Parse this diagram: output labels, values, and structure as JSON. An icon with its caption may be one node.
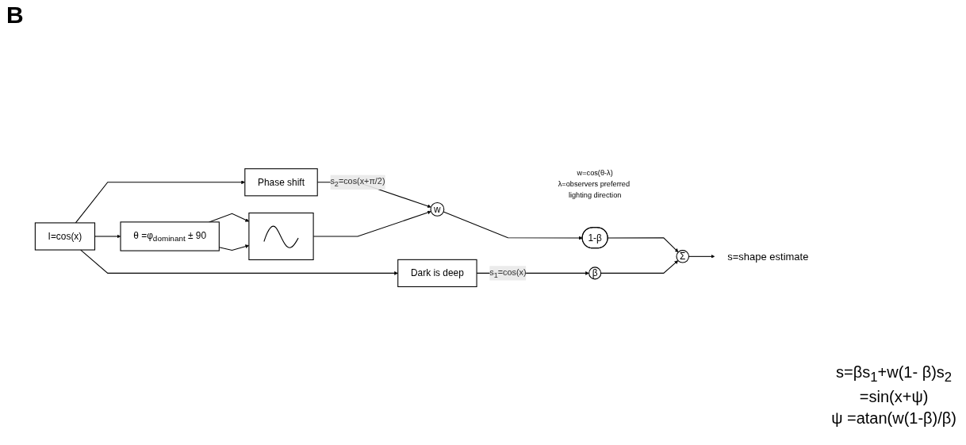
{
  "diagram": {
    "nodes": [
      {
        "text": [
          "I=cos(x)"
        ]
      },
      {
        "text": [
          "Phase shift"
        ]
      },
      {
        "text": [
          "θ =φ$_{dominant}$ ± 90"
        ]
      },
      {
        "text": [],
        "shape": "picture"
      },
      {
        "text": [
          "Dark is deep"
        ]
      },
      {
        "text": [
          "w"
        ],
        "beside": [
          "w=cos(θ-λ)",
          "λ=observers preferred lighting direction"
        ]
      },
      {
        "text": [
          "1-β"
        ]
      },
      {
        "text": [
          "β"
        ]
      },
      {
        "text": [
          "Σ"
        ]
      },
      {
        "text": [
          "s=shape estimate"
        ]
      }
    ],
    "edges": [
      {
        "from": 0,
        "to": 1,
        "arrow": "to"
      },
      {
        "from": 0,
        "to": 2,
        "arrow": "to"
      },
      {
        "from": 0,
        "to": 4,
        "arrow": "to"
      },
      {
        "from": 1,
        "to": 5,
        "arrow": "to",
        "label": "s$_{2}$=cos(x+π/2)"
      },
      {
        "from": 2,
        "to": 3,
        "arrow": "to"
      },
      {
        "from": 2,
        "to": 3,
        "arrow": "to"
      },
      {
        "from": 3,
        "to": 5,
        "arrow": "to"
      },
      {
        "from": 5,
        "to": 6,
        "arrow": "to"
      },
      {
        "from": 6,
        "to": 8,
        "arrow": "to"
      },
      {
        "from": 4,
        "to": 7,
        "arrow": "to",
        "label": "s$_{1}$=cos(x)"
      },
      {
        "from": 7,
        "to": 8,
        "arrow": "to"
      },
      {
        "from": 8,
        "to": 9,
        "arrow": "to"
      }
    ],
    "labels": [
      "B",
      "s=βs$_{1}$+w(1- β)s$_{2}$",
      "=sin(x+ψ)",
      "ψ =atan(w(1-β)/β)"
    ]
  }
}
